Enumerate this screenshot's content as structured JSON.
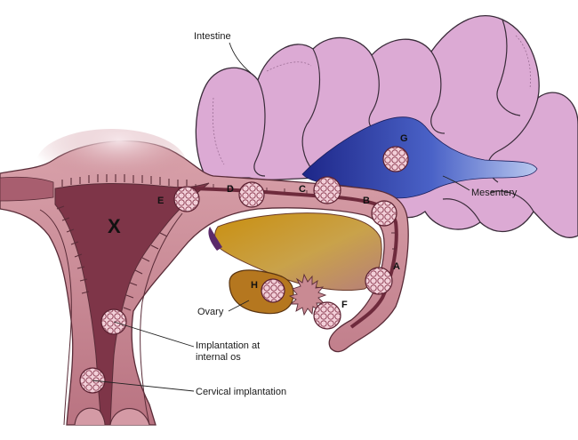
{
  "labels": {
    "intestine": "Intestine",
    "mesentery": "Mesentery",
    "ovary": "Ovary",
    "internal_os": [
      "Implantation at",
      "internal os"
    ],
    "cervical": "Cervical implantation"
  },
  "sites": {
    "x": "X",
    "a": "A",
    "b": "B",
    "c": "C",
    "d": "D",
    "e": "E",
    "f": "F",
    "g": "G",
    "h": "H"
  },
  "colors": {
    "uterus_wall": "#c98a93",
    "uterus_dark": "#a05a6a",
    "cavity": "#7e3548",
    "intestine": "#dca9d3",
    "intestine_edge": "#3a2c3a",
    "mesentery_light": "#b9c8ef",
    "mesentery_dark": "#1f2a8c",
    "ovary": "#b5771f",
    "peritoneal_gold": "#d7a21f",
    "embryo": "#f0c9d3"
  }
}
